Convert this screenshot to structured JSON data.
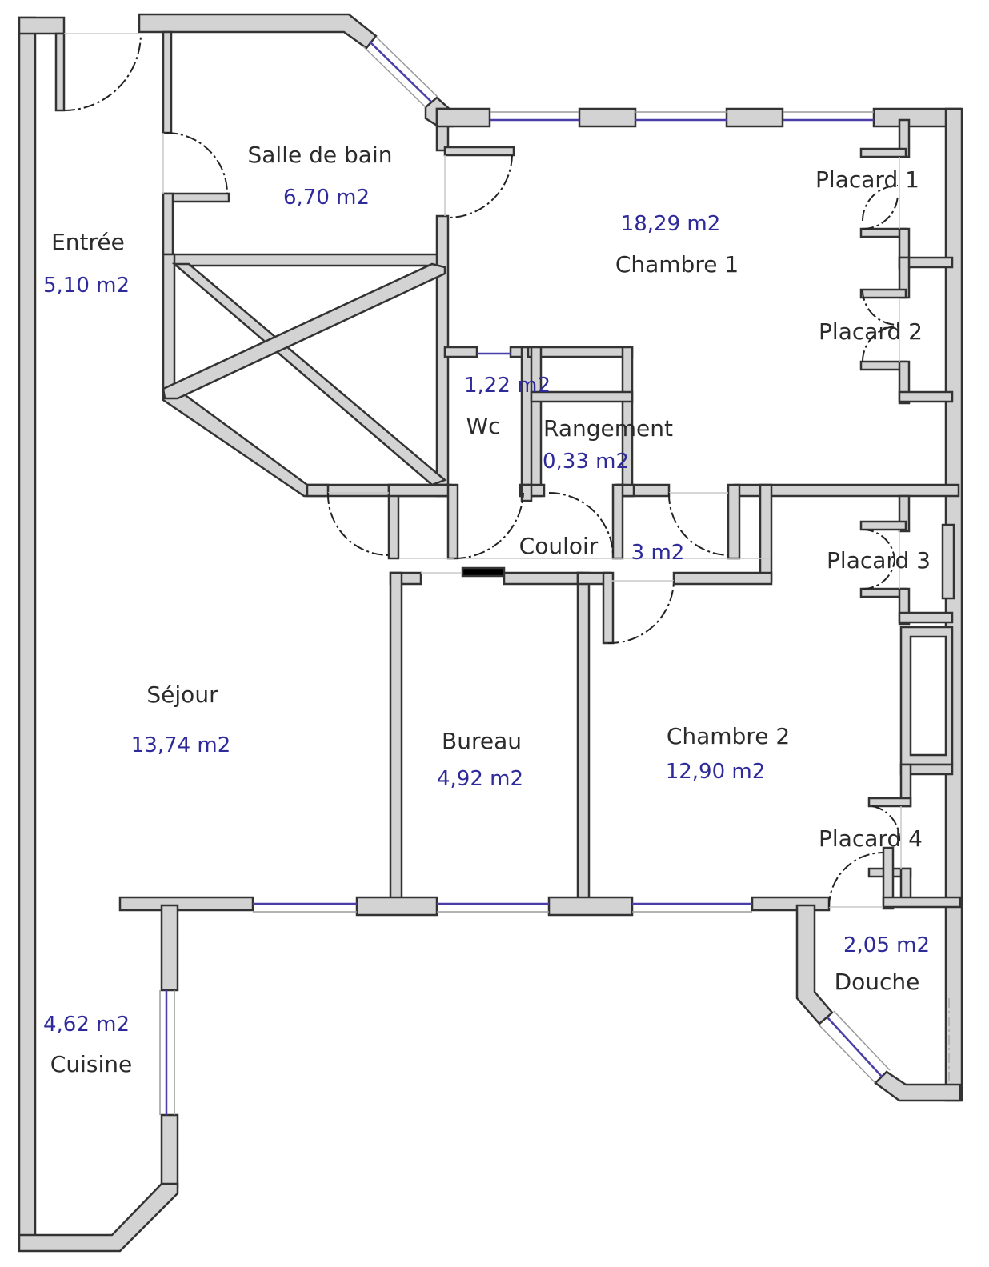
{
  "rooms": {
    "salle_de_bain": {
      "name": "Salle de bain",
      "area": "6,70 m2"
    },
    "entree": {
      "name": "Entrée",
      "area": "5,10 m2"
    },
    "chambre_1": {
      "name": "Chambre 1",
      "area": "18,29 m2"
    },
    "placard_1": {
      "name": "Placard 1"
    },
    "placard_2": {
      "name": "Placard 2"
    },
    "wc": {
      "name": "Wc",
      "area": "1,22 m2"
    },
    "rangement": {
      "name": "Rangement",
      "area": "0,33 m2"
    },
    "couloir": {
      "name": "Couloir",
      "area": "3 m2"
    },
    "placard_3": {
      "name": "Placard 3"
    },
    "sejour": {
      "name": "Séjour",
      "area": "13,74 m2"
    },
    "bureau": {
      "name": "Bureau",
      "area": "4,92 m2"
    },
    "chambre_2": {
      "name": "Chambre 2",
      "area": "12,90 m2"
    },
    "placard_4": {
      "name": "Placard 4"
    },
    "douche": {
      "name": "Douche",
      "area": "2,05 m2"
    },
    "cuisine": {
      "name": "Cuisine",
      "area": "4,62 m2"
    }
  },
  "colors": {
    "wall_fill": "#d3d3d3",
    "wall_stroke": "#333333",
    "window_glass": "#4a3fa8",
    "area_text": "#2e2a99",
    "name_text": "#2b2b2b"
  }
}
